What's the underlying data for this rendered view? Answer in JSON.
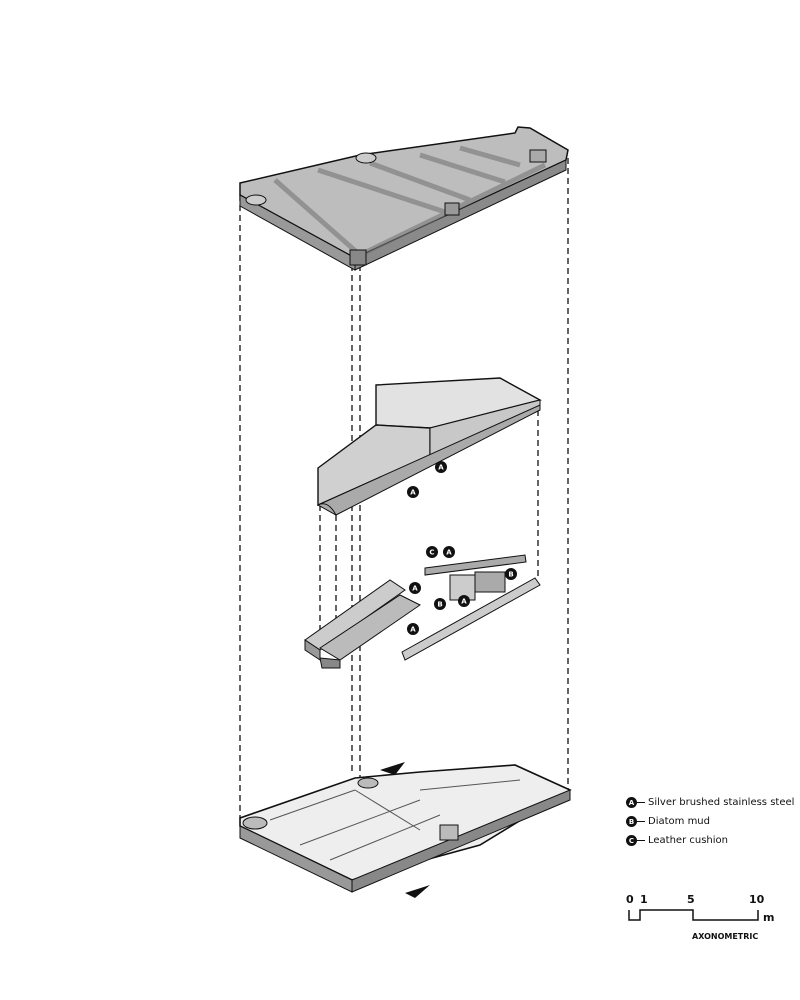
{
  "legend": [
    {
      "key": "A",
      "label": "Silver brushed stainless steel"
    },
    {
      "key": "B",
      "label": "Diatom mud"
    },
    {
      "key": "C",
      "label": "Leather cushion"
    }
  ],
  "scale": {
    "ticks": [
      "0",
      "1",
      "5",
      "10"
    ],
    "unit": "m",
    "caption": "AXONOMETRIC"
  },
  "markers": [
    "A",
    "A",
    "C",
    "A",
    "A",
    "B",
    "B",
    "A",
    "A"
  ]
}
